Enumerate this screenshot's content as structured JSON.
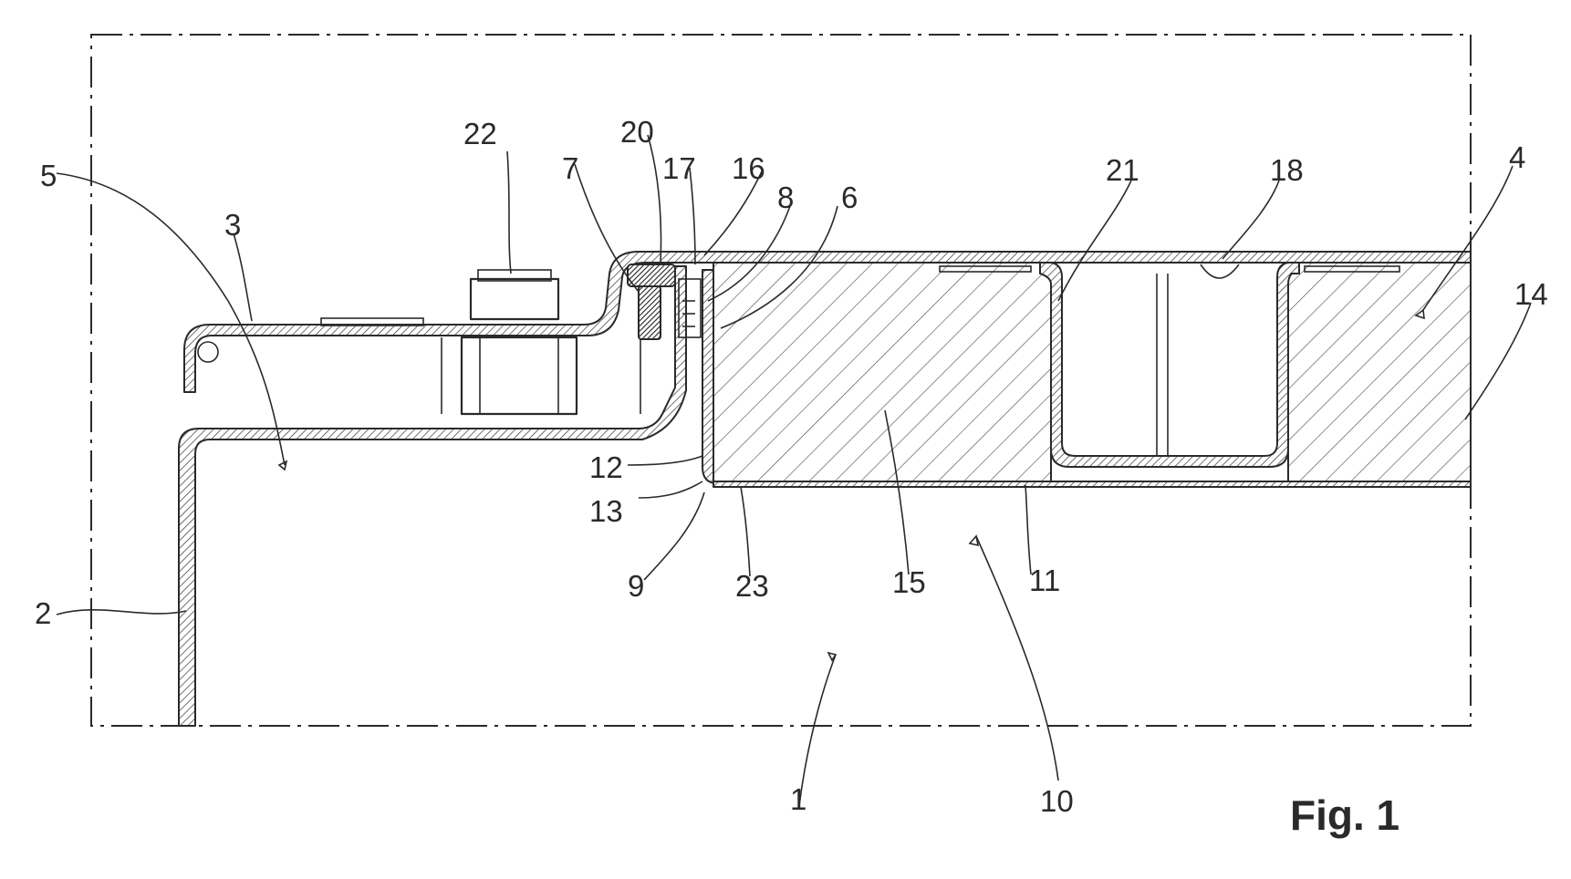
{
  "figure": {
    "caption": "Fig. 1",
    "labels": {
      "l1": "1",
      "l2": "2",
      "l3": "3",
      "l4": "4",
      "l5": "5",
      "l6": "6",
      "l7": "7",
      "l8": "8",
      "l9": "9",
      "l10": "10",
      "l11": "11",
      "l12": "12",
      "l13": "13",
      "l14": "14",
      "l15": "15",
      "l16": "16",
      "l17": "17",
      "l18": "18",
      "l20": "20",
      "l21": "21",
      "l22": "22",
      "l23": "23"
    }
  }
}
